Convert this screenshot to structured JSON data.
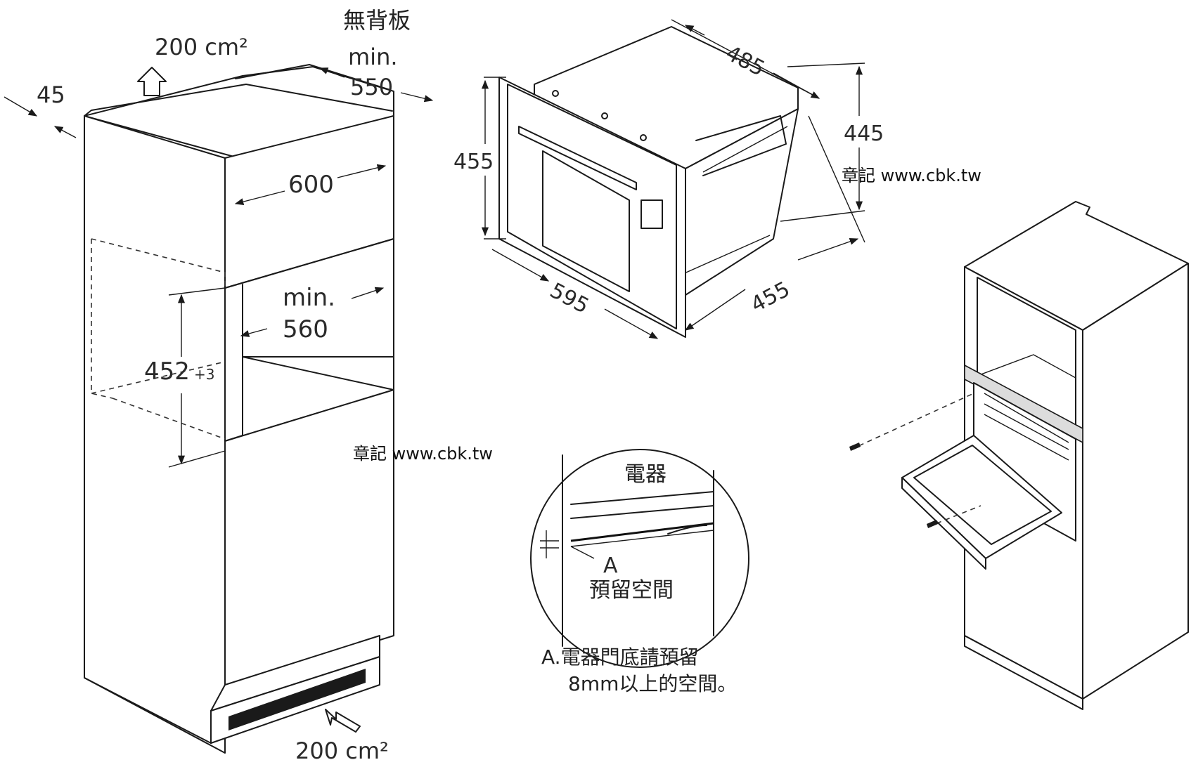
{
  "left_cabinet": {
    "vent_top_label": "200 cm²",
    "depth_label": "45",
    "no_back_label": "無背板",
    "min_label_1": "min.",
    "depth_min_value": "550",
    "width_label": "600",
    "min_label_2": "min.",
    "inner_depth_value": "560",
    "height_label": "452",
    "height_tolerance": "+3",
    "vent_bottom_label": "200 cm²"
  },
  "appliance": {
    "depth_top": "485",
    "front_height": "455",
    "side_height": "445",
    "front_width": "595",
    "bottom_depth": "455"
  },
  "detail": {
    "appliance_label": "電器",
    "marker": "A",
    "space_label": "預留空間",
    "note_line_1": "A.電器門底請預留",
    "note_line_2": "8mm以上的空間。"
  },
  "watermarks": {
    "upper": "章記 www.cbk.tw",
    "lower": "章記 www.cbk.tw"
  }
}
